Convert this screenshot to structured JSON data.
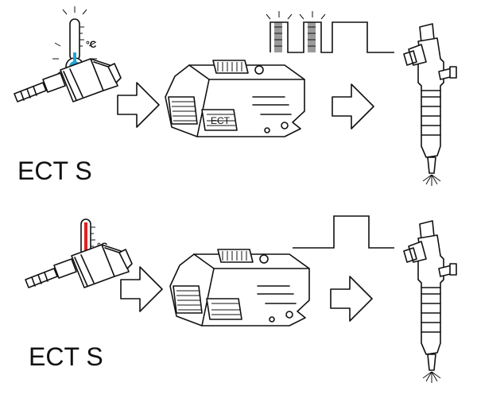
{
  "panels": [
    {
      "sensor_label": "ECT S",
      "unit": "°C",
      "ecm_label": "ECT",
      "temperature_state": "cold",
      "thermometer_color": "#1fa5d8",
      "pulse_type": "multiple-pulses",
      "spray": "fine"
    },
    {
      "sensor_label": "ECT S",
      "unit": "°C",
      "ecm_label": "",
      "temperature_state": "hot",
      "thermometer_color": "#e02020",
      "pulse_type": "single-pulse",
      "spray": "fine"
    }
  ],
  "icons": [
    "thermometer-icon",
    "temperature-sensor-icon",
    "right-arrow-icon",
    "ecm-unit-icon",
    "fuel-injector-icon",
    "injection-pulse-icon"
  ]
}
